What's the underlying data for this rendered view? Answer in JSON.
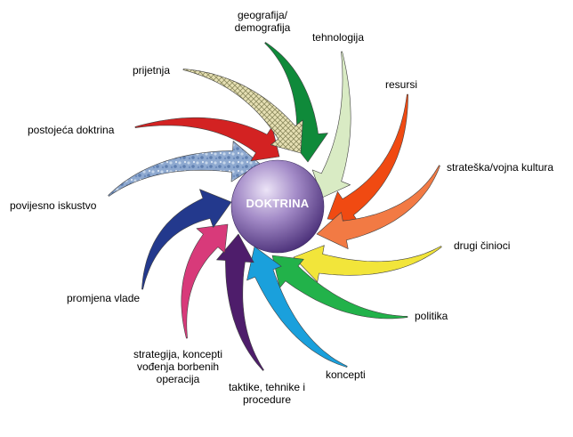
{
  "center": {
    "label": "DOKTRINA"
  },
  "factors": [
    {
      "id": "geografija",
      "label": "geografija/\ndemografija",
      "color": "#0f8a3a",
      "pattern": "none"
    },
    {
      "id": "tehnologija",
      "label": "tehnologija",
      "color": "#d9ebc4",
      "pattern": "none"
    },
    {
      "id": "resursi",
      "label": "resursi",
      "color": "#f04a12",
      "pattern": "none"
    },
    {
      "id": "strateska",
      "label": "strateška/vojna kultura",
      "color": "#f27a44",
      "pattern": "none"
    },
    {
      "id": "drugi",
      "label": "drugi činioci",
      "color": "#f2e53a",
      "pattern": "none"
    },
    {
      "id": "politika",
      "label": "politika",
      "color": "#22b24a",
      "pattern": "none"
    },
    {
      "id": "koncepti",
      "label": "koncepti",
      "color": "#1aa0dc",
      "pattern": "none"
    },
    {
      "id": "taktike",
      "label": "taktike, tehnike i\nprocedure",
      "color": "#4e1d6b",
      "pattern": "none"
    },
    {
      "id": "strategija",
      "label": "strategija, koncepti\nvođenja borbenih\noperacija",
      "color": "#d83a7a",
      "pattern": "none"
    },
    {
      "id": "promjena",
      "label": "promjena vlade",
      "color": "#23398d",
      "pattern": "none"
    },
    {
      "id": "povijesno",
      "label": "povijesno iskustvo",
      "color": "#7f9fc9",
      "pattern": "mottled"
    },
    {
      "id": "postojeca",
      "label": "postojeća doktrina",
      "color": "#d32222",
      "pattern": "none"
    },
    {
      "id": "prijetnja",
      "label": "prijetnja",
      "color": "#e6e0b4",
      "pattern": "mesh"
    }
  ],
  "colors": {
    "sphere_light": "#ece4f7",
    "sphere_mid": "#a48cc8",
    "sphere_dark": "#4a2f78",
    "center_text": "#ffffff",
    "arrow_outline": "#404040"
  }
}
